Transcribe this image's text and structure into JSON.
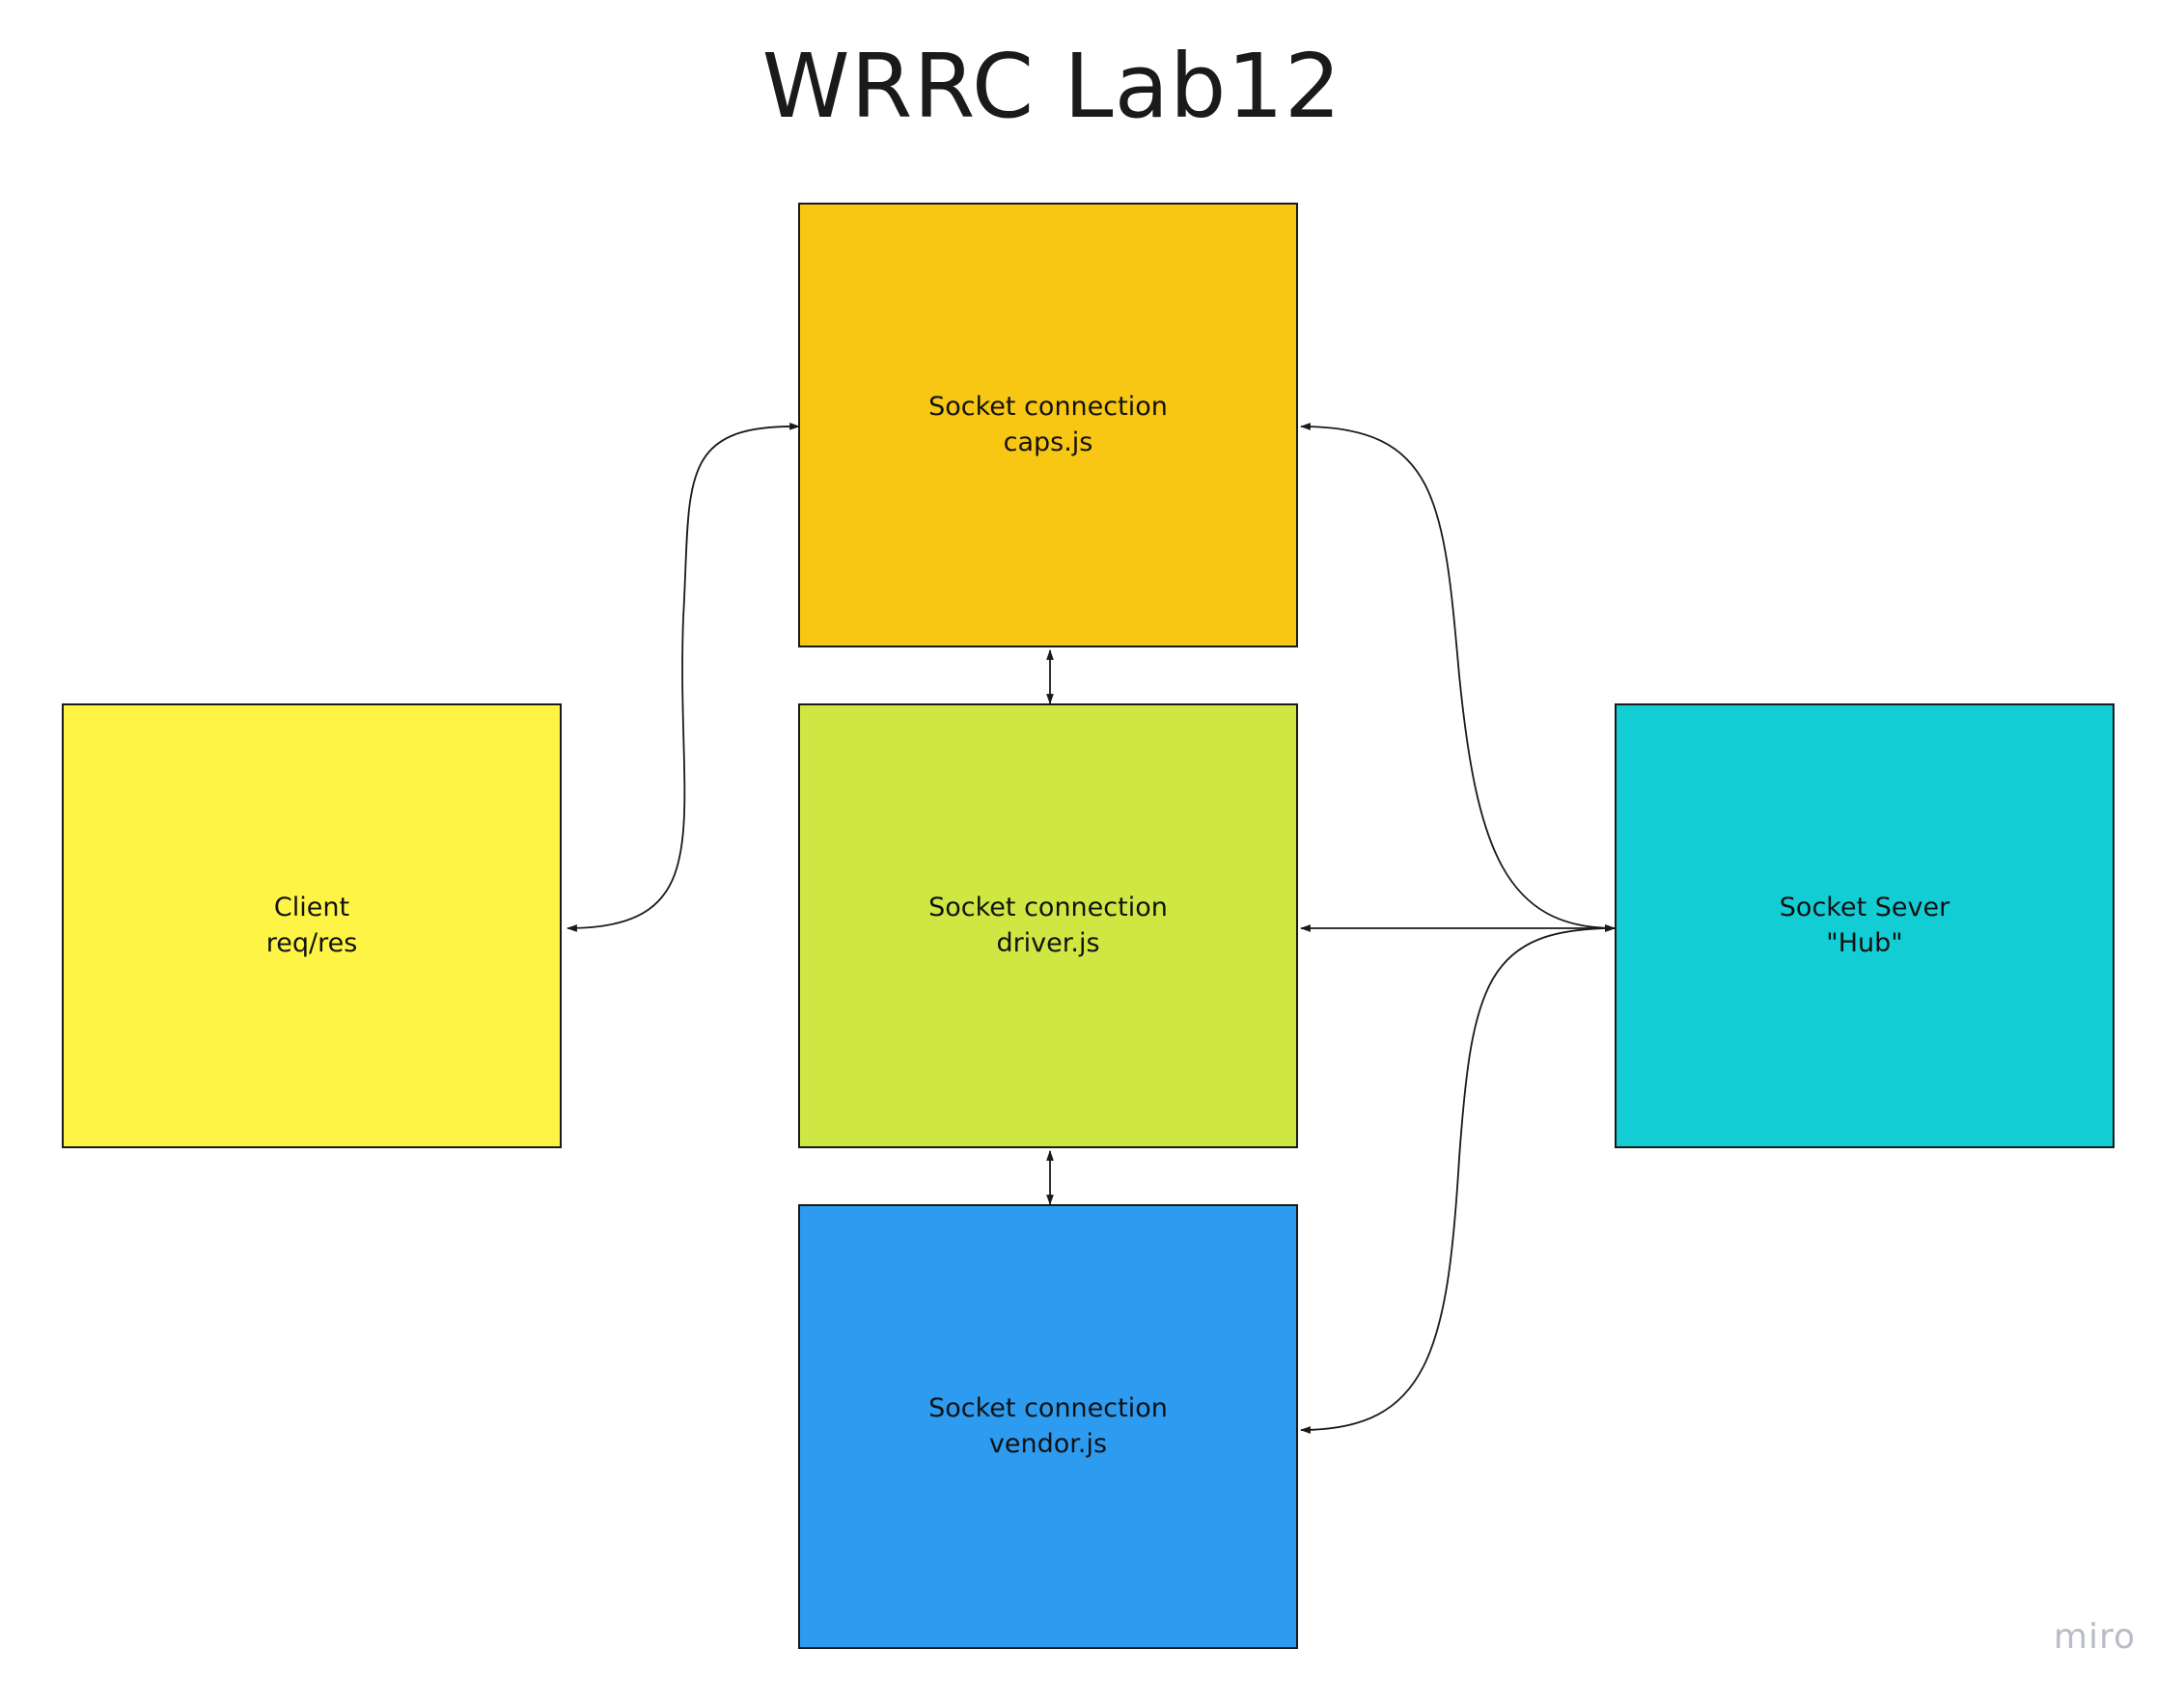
{
  "title": "WRRC Lab12",
  "nodes": {
    "caps": {
      "line1": "Socket connection",
      "line2": "caps.js",
      "color": "#F8C713"
    },
    "driver": {
      "line1": "Socket connection",
      "line2": "driver.js",
      "color": "#CFE742"
    },
    "vendor": {
      "line1": "Socket connection",
      "line2": "vendor.js",
      "color": "#2D9BEF"
    },
    "client": {
      "line1": "Client",
      "line2": "req/res",
      "color": "#FEF445"
    },
    "hub": {
      "line1": "Socket Sever",
      "line2": "\"Hub\"",
      "color": "#12CDD4"
    }
  },
  "connections": [
    {
      "from": "client",
      "to": "caps",
      "arrows": "both"
    },
    {
      "from": "caps",
      "to": "driver",
      "arrows": "both"
    },
    {
      "from": "driver",
      "to": "vendor",
      "arrows": "both"
    },
    {
      "from": "hub",
      "to": "caps",
      "arrows": "both"
    },
    {
      "from": "hub",
      "to": "driver",
      "arrows": "both"
    },
    {
      "from": "hub",
      "to": "vendor",
      "arrows": "both"
    }
  ],
  "watermark": "miro"
}
